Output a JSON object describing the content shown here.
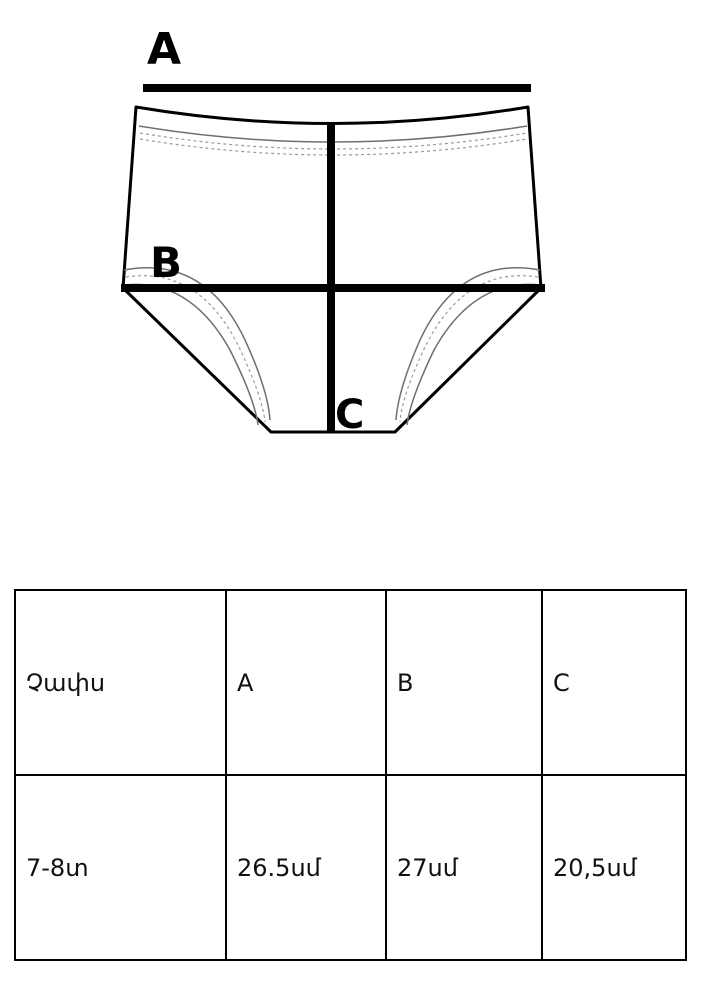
{
  "diagram": {
    "labels": {
      "a": "A",
      "b": "B",
      "c": "C"
    },
    "colors": {
      "outline": "#000000",
      "stitching": "#9a9a9a",
      "measure_line": "#000000"
    }
  },
  "size_table": {
    "header": [
      "Չափս",
      "A",
      "B",
      "C"
    ],
    "rows": [
      [
        "7-8տ",
        "26.5սմ",
        "27սմ",
        "20,5սմ"
      ]
    ]
  }
}
